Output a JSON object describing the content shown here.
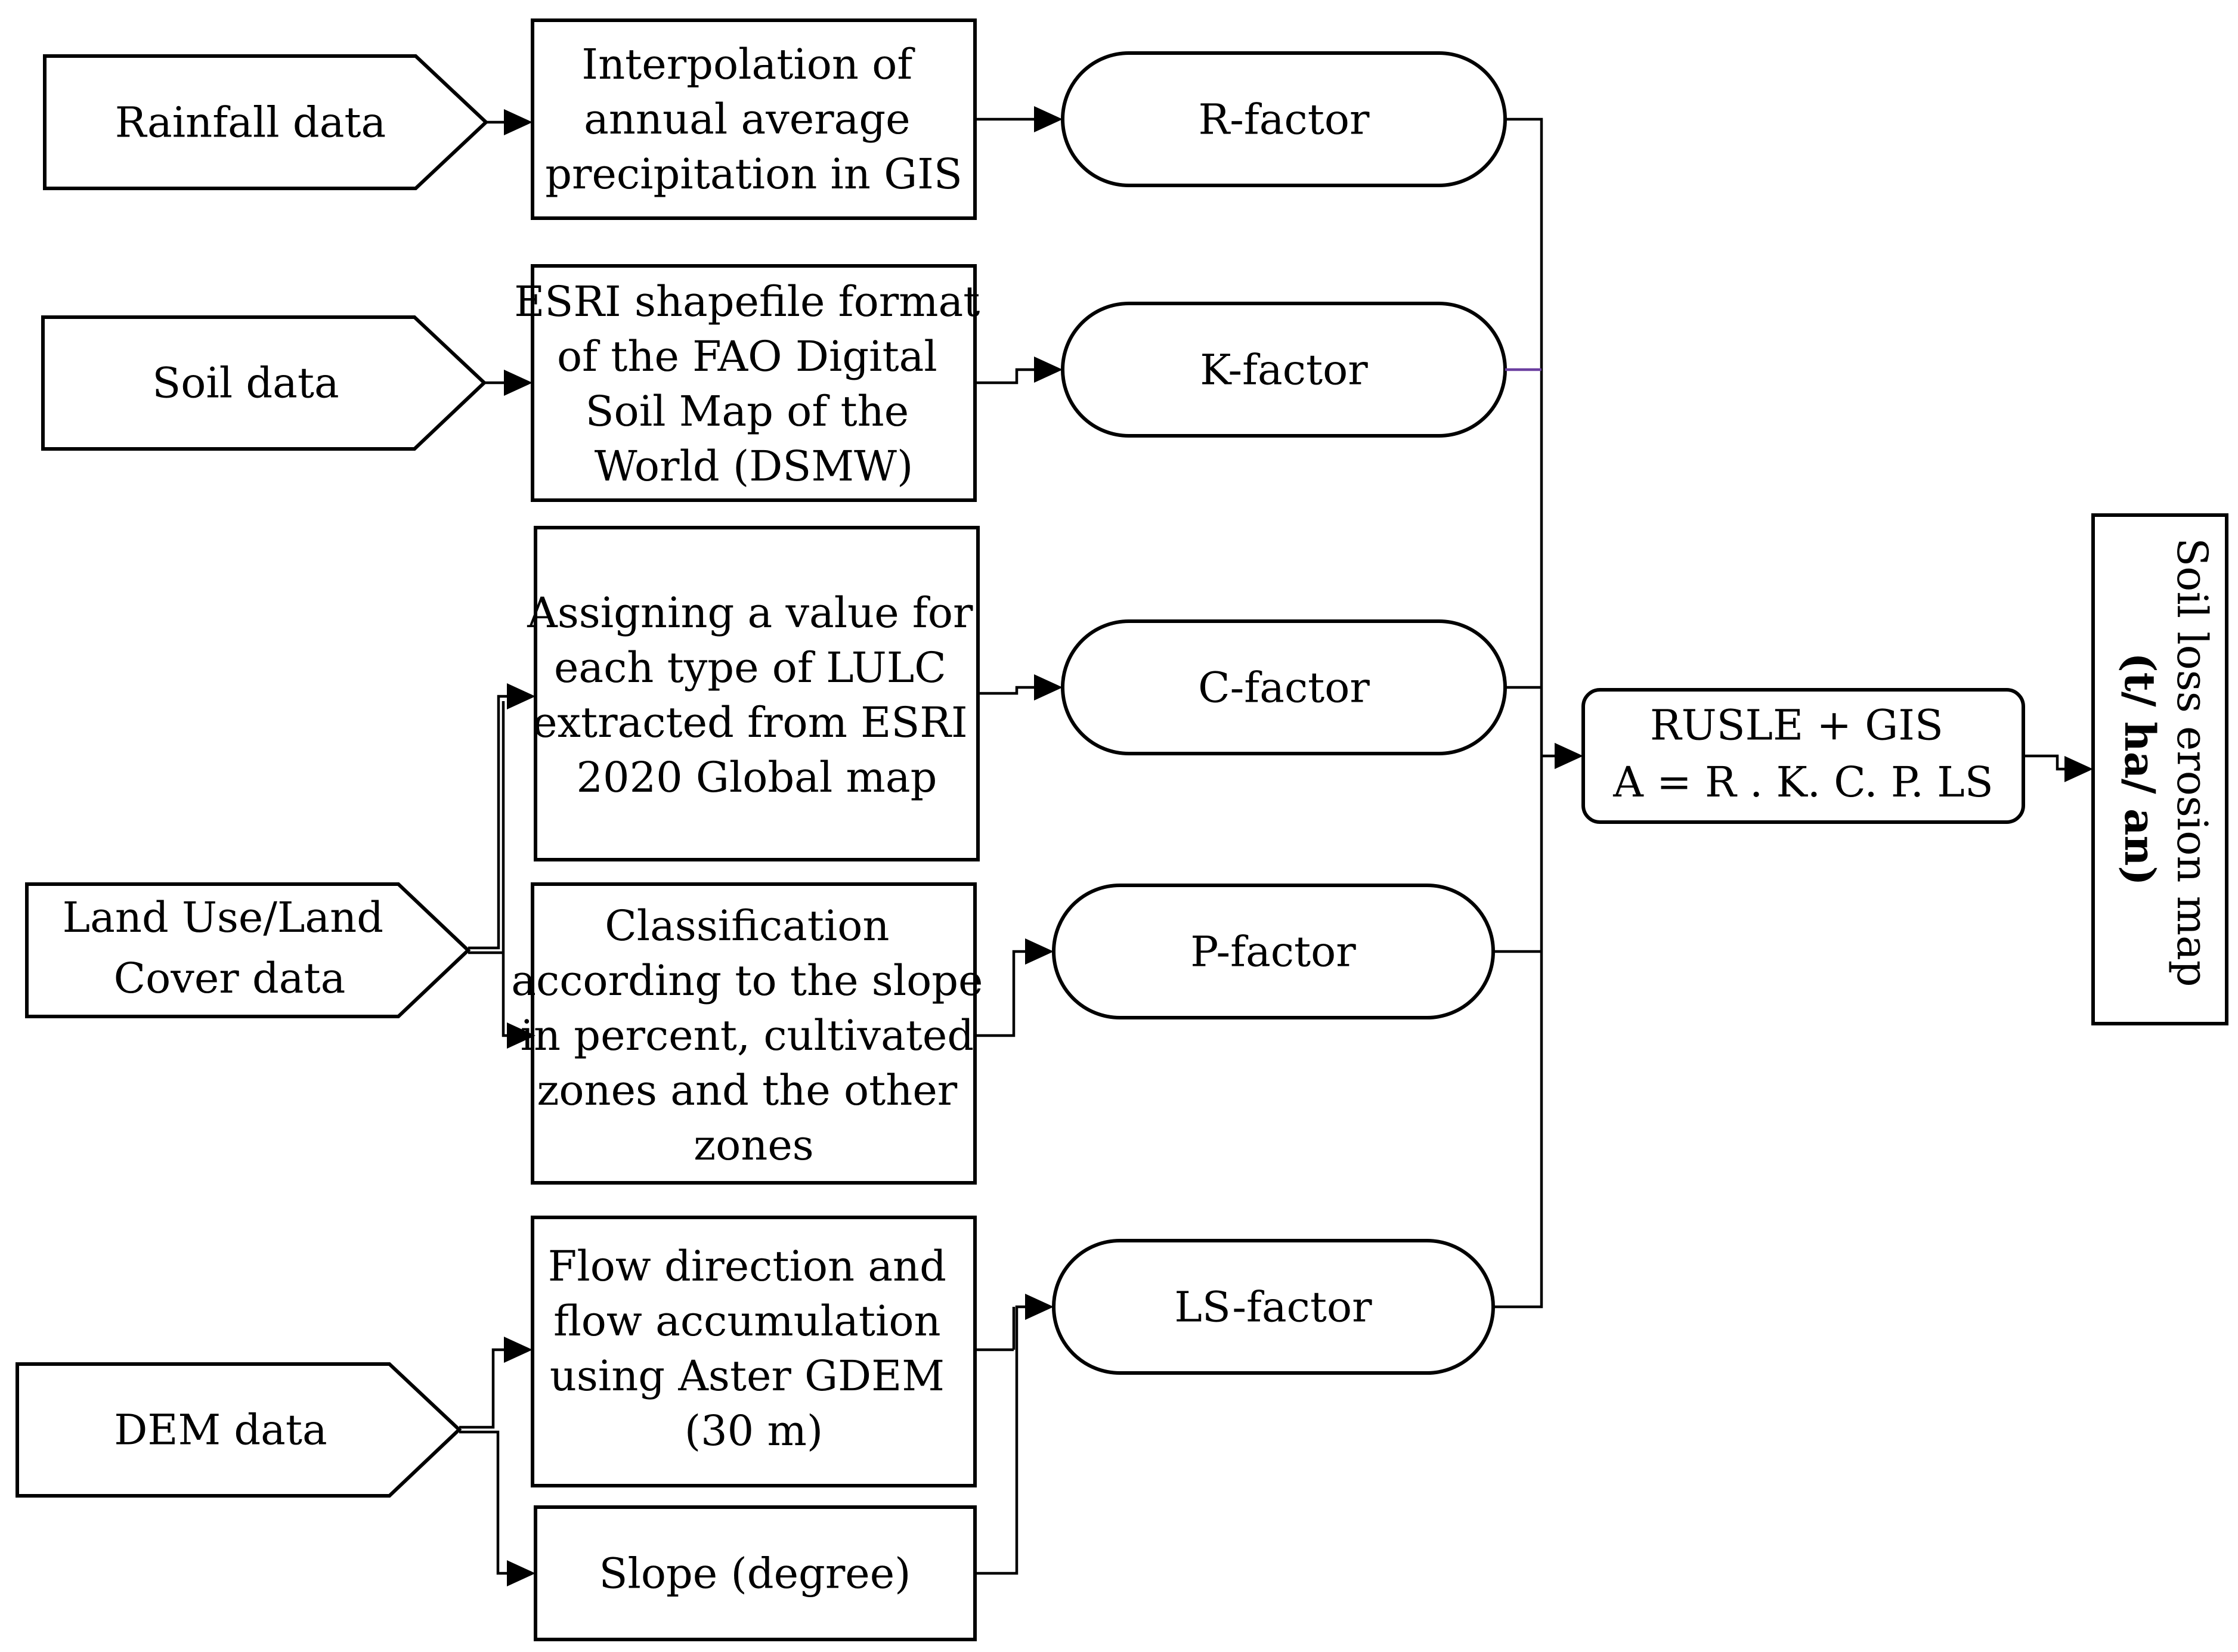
{
  "inputs": {
    "rainfall": {
      "lines": [
        "Rainfall data"
      ]
    },
    "soil": {
      "lines": [
        "Soil data"
      ]
    },
    "lulc": {
      "lines": [
        "Land Use/Land",
        "Cover data"
      ]
    },
    "dem": {
      "lines": [
        "DEM data"
      ]
    }
  },
  "processes": {
    "interpolation": {
      "lines": [
        "Interpolation of",
        "annual average",
        "precipitation  in GIS"
      ]
    },
    "esri_soil": {
      "lines": [
        "ESRI shapefile format",
        "of the FAO Digital",
        "Soil Map of the",
        "World (DSMW)"
      ]
    },
    "assigning": {
      "lines": [
        "Assigning a value for",
        "each type of LULC",
        "extracted from ESRI",
        "2020 Global map"
      ]
    },
    "classification": {
      "lines": [
        "Classification",
        "according to the slope",
        "in percent, cultivated",
        "zones and the other",
        "zones"
      ]
    },
    "flow": {
      "lines": [
        "Flow direction and",
        "flow accumulation",
        "using Aster GDEM",
        "(30 m)"
      ]
    },
    "slope": {
      "lines": [
        "Slope (degree)"
      ]
    }
  },
  "factors": {
    "r": {
      "lines": [
        "R-factor"
      ]
    },
    "k": {
      "lines": [
        "K-factor"
      ]
    },
    "c": {
      "lines": [
        "C-factor"
      ]
    },
    "p": {
      "lines": [
        "P-factor"
      ]
    },
    "ls": {
      "lines": [
        "LS-factor"
      ]
    }
  },
  "model": {
    "lines": [
      "RUSLE + GIS",
      "A = R . K. C. P. LS"
    ]
  },
  "output": {
    "title": "Soil loss erosion map",
    "unit": "(t/ ha/ an)"
  },
  "colors": {
    "stroke": "#000000",
    "accent_connector": "#6b3fa0"
  }
}
